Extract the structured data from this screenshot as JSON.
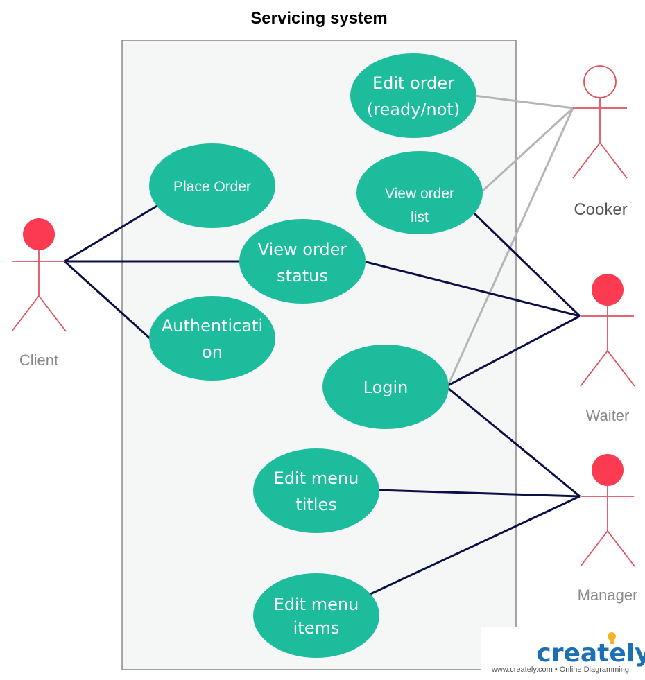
{
  "diagram": {
    "title": "Servicing system",
    "colors": {
      "usecase_fill": "#1dbc9c",
      "actor_red": "#fc3b52",
      "actor_stroke": "#e0515f",
      "assoc_dark": "#0b0f46",
      "assoc_gray": "#b5b5b5",
      "boundary_fill": "#f5f7f7",
      "boundary_stroke": "#888888"
    },
    "usecases": [
      {
        "id": "edit-order",
        "lines": [
          "Edit order",
          "(ready/not)"
        ]
      },
      {
        "id": "view-order-list",
        "lines": [
          "View order",
          "list"
        ]
      },
      {
        "id": "place-order",
        "lines": [
          "Place Order"
        ]
      },
      {
        "id": "view-order-status",
        "lines": [
          "View order",
          "status"
        ]
      },
      {
        "id": "authentication",
        "lines": [
          "Authenticati",
          "on"
        ]
      },
      {
        "id": "login",
        "lines": [
          "Login"
        ]
      },
      {
        "id": "edit-menu-titles",
        "lines": [
          "Edit menu",
          "titles"
        ]
      },
      {
        "id": "edit-menu-items",
        "lines": [
          "Edit menu",
          "items"
        ]
      }
    ],
    "actors": [
      {
        "id": "client",
        "label": "Client",
        "head": "filled"
      },
      {
        "id": "cooker",
        "label": "Cooker",
        "head": "hollow"
      },
      {
        "id": "waiter",
        "label": "Waiter",
        "head": "filled"
      },
      {
        "id": "manager",
        "label": "Manager",
        "head": "filled"
      }
    ],
    "associations": [
      {
        "from": "client",
        "to": "place-order",
        "style": "dark"
      },
      {
        "from": "client",
        "to": "view-order-status",
        "style": "dark"
      },
      {
        "from": "client",
        "to": "authentication",
        "style": "dark"
      },
      {
        "from": "cooker",
        "to": "edit-order",
        "style": "gray"
      },
      {
        "from": "cooker",
        "to": "view-order-list",
        "style": "gray"
      },
      {
        "from": "cooker",
        "to": "login",
        "style": "gray"
      },
      {
        "from": "waiter",
        "to": "view-order-list",
        "style": "dark"
      },
      {
        "from": "waiter",
        "to": "view-order-status",
        "style": "dark"
      },
      {
        "from": "waiter",
        "to": "login",
        "style": "dark"
      },
      {
        "from": "manager",
        "to": "login",
        "style": "dark"
      },
      {
        "from": "manager",
        "to": "edit-menu-titles",
        "style": "dark"
      },
      {
        "from": "manager",
        "to": "edit-menu-items",
        "style": "dark"
      }
    ]
  },
  "branding": {
    "logo": "creately",
    "tagline": "www.creately.com • Online Diagramming"
  }
}
